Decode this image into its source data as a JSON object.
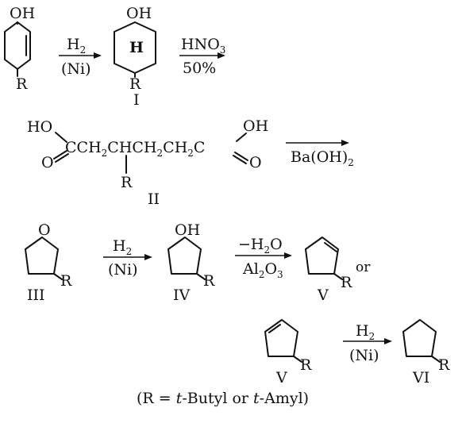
{
  "step1": {
    "phenol_oh": "OH",
    "phenol_r": "R",
    "reagent_top": "H",
    "reagent_top_sub": "2",
    "reagent_bottom": "(Ni)"
  },
  "compound_I": {
    "oh": "OH",
    "ring_label": "H",
    "r": "R",
    "numeral": "I"
  },
  "step2": {
    "reagent_top": "HNO",
    "reagent_top_sub": "3",
    "reagent_bottom": "50%"
  },
  "compound_II": {
    "ho": "HO",
    "oh": "OH",
    "o_left": "O",
    "o_right": "O",
    "chain_parts": [
      {
        "t": "CCH"
      },
      {
        "t": "2",
        "sub": true
      },
      {
        "t": "CHCH"
      },
      {
        "t": "2",
        "sub": true
      },
      {
        "t": "CH"
      },
      {
        "t": "2",
        "sub": true
      },
      {
        "t": "C"
      }
    ],
    "r": "R",
    "numeral": "II"
  },
  "step3": {
    "reagent": "Ba(OH)",
    "reagent_sub": "2"
  },
  "compound_III": {
    "o": "O",
    "r": "R",
    "numeral": "III"
  },
  "step4": {
    "reagent_top": "H",
    "reagent_top_sub": "2",
    "reagent_bottom": "(Ni)"
  },
  "compound_IV": {
    "oh": "OH",
    "r": "R",
    "numeral": "IV"
  },
  "step5": {
    "reagent_top": "−H",
    "reagent_top_sub": "2",
    "reagent_top_tail": "O",
    "reagent_bottom_a": "Al",
    "reagent_bottom_sub1": "2",
    "reagent_bottom_b": "O",
    "reagent_bottom_sub2": "3"
  },
  "compound_V_a": {
    "r": "R",
    "numeral": "V"
  },
  "connector_or": "or",
  "compound_V_b": {
    "r": "R",
    "numeral": "V"
  },
  "step6": {
    "reagent_top": "H",
    "reagent_top_sub": "2",
    "reagent_bottom": "(Ni)"
  },
  "compound_VI": {
    "r": "R",
    "numeral": "VI"
  },
  "footnote": {
    "prefix": "(R = ",
    "t1": "t",
    "mid1": "-Butyl or ",
    "t2": "t",
    "mid2": "-Amyl)"
  }
}
